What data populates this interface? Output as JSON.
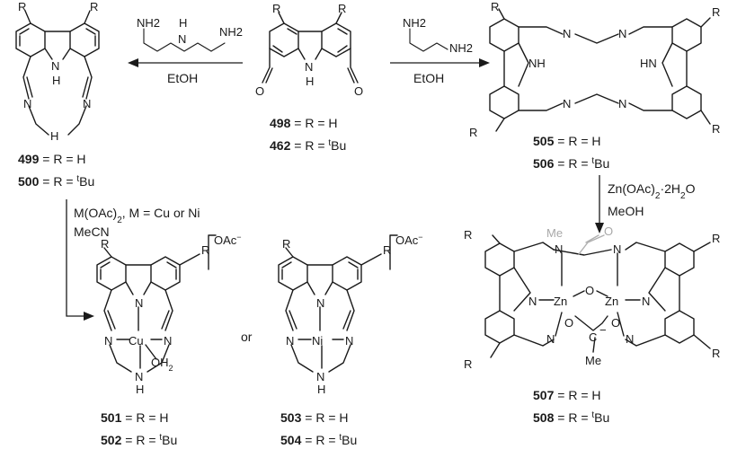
{
  "cond_left_reagent": [
    "NH2",
    "H",
    "N",
    "NH2"
  ],
  "cond_left_solvent": "EtOH",
  "cond_right_reagent": [
    "NH2",
    "NH2"
  ],
  "cond_right_solvent": "EtOH",
  "cond_cu_ni_line1": "M(OAc)",
  "cond_cu_ni_sub": "2",
  "cond_cu_ni_rest": ", M = Cu or Ni",
  "cond_cu_ni_line2": "MeCN",
  "cond_zn_line1": "Zn(OAc)",
  "cond_zn_sub": "2",
  "cond_zn_rest": "·2H",
  "cond_zn_sub2": "2",
  "cond_zn_end": "O",
  "cond_zn_line2": "MeOH",
  "or_text": "or",
  "counterion": "OAc",
  "counterion_charge": "−",
  "atoms": {
    "R": "R",
    "NH": "NH",
    "HN": "HN",
    "N": "N",
    "H": "H",
    "O": "O",
    "Cu": "Cu",
    "Ni": "Ni",
    "Zn": "Zn",
    "OH2": "OH",
    "OH2_sub": "2",
    "C": "C",
    "Me": "Me",
    "minus": "−"
  },
  "compounds": [
    {
      "num": "498",
      "eq": " = R = H"
    },
    {
      "num": "462",
      "eq": " = R = ",
      "sup": "t",
      "tail": "Bu"
    },
    {
      "num": "499",
      "eq": " = R = H"
    },
    {
      "num": "500",
      "eq": " = R = ",
      "sup": "t",
      "tail": "Bu"
    },
    {
      "num": "505",
      "eq": " = R = H"
    },
    {
      "num": "506",
      "eq": " = R = ",
      "sup": "t",
      "tail": "Bu"
    },
    {
      "num": "501",
      "eq": " = R = H"
    },
    {
      "num": "502",
      "eq": " = R = ",
      "sup": "t",
      "tail": "Bu"
    },
    {
      "num": "503",
      "eq": " = R = H"
    },
    {
      "num": "504",
      "eq": " = R = ",
      "sup": "t",
      "tail": "Bu"
    },
    {
      "num": "507",
      "eq": " = R = H"
    },
    {
      "num": "508",
      "eq": " = R = ",
      "sup": "t",
      "tail": "Bu"
    }
  ]
}
